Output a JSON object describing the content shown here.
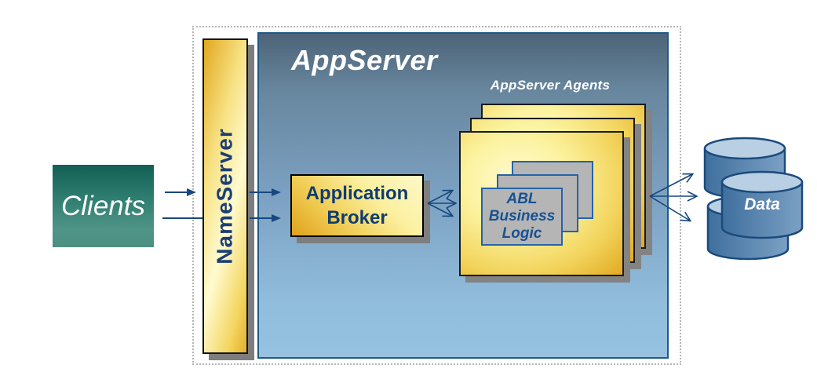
{
  "diagram": {
    "clients": {
      "label": "Clients"
    },
    "nameserver": {
      "label": "NameServer"
    },
    "appserver": {
      "title": "AppServer",
      "agents_label": "AppServer Agents"
    },
    "broker": {
      "label": "Application Broker"
    },
    "abl": {
      "label": "ABL Business Logic"
    },
    "data": {
      "label": "Data"
    }
  },
  "colors": {
    "arrow": "#17477e",
    "navy_text": "#0d3c70",
    "nameserver_text": "#1c3e75",
    "abl_text": "#175292",
    "appserver_gradient_top": "#4d6377",
    "appserver_gradient_bottom": "#96c2e0",
    "appserver_border": "#1d5a85",
    "clients_gradient_top": "#135f54",
    "clients_gradient_bottom": "#4c9083",
    "gold": "#e0a61e",
    "pale_yellow": "#fdf8c8",
    "gray_box_fill": "#b5b5b5",
    "gray_box_border": "#2563a8",
    "cylinder_body": "#5d88b1",
    "cylinder_top": "#b9cfe3",
    "cylinder_outline": "#1b4a7c",
    "shadow": "#7e7e7e",
    "boundary_dots": "#b5b5b5"
  }
}
